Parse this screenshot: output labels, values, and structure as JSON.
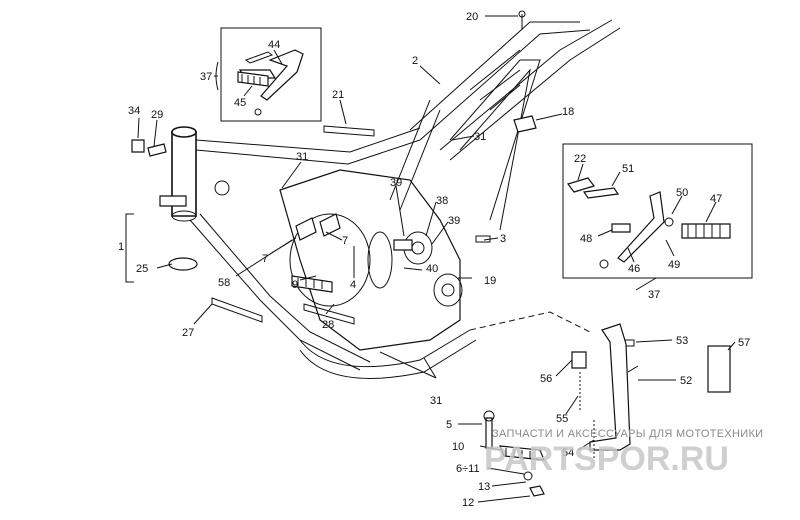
{
  "diagram": {
    "callouts": [
      "20",
      "2",
      "44",
      "37",
      "45",
      "34",
      "29",
      "21",
      "18",
      "31",
      "22",
      "51",
      "50",
      "47",
      "39",
      "38",
      "3",
      "1",
      "25",
      "7",
      "40",
      "19",
      "58",
      "9",
      "4",
      "48",
      "49",
      "46",
      "27",
      "28",
      "53",
      "57",
      "56",
      "52",
      "55",
      "5",
      "10",
      "54",
      "6÷11",
      "13",
      "12"
    ]
  },
  "watermark": {
    "tagline": "ЗАПЧАСТИ И АКСЕССУАРЫ ДЛЯ МОТОТЕХНИКИ",
    "brand": "PARTSPOR.RU"
  }
}
